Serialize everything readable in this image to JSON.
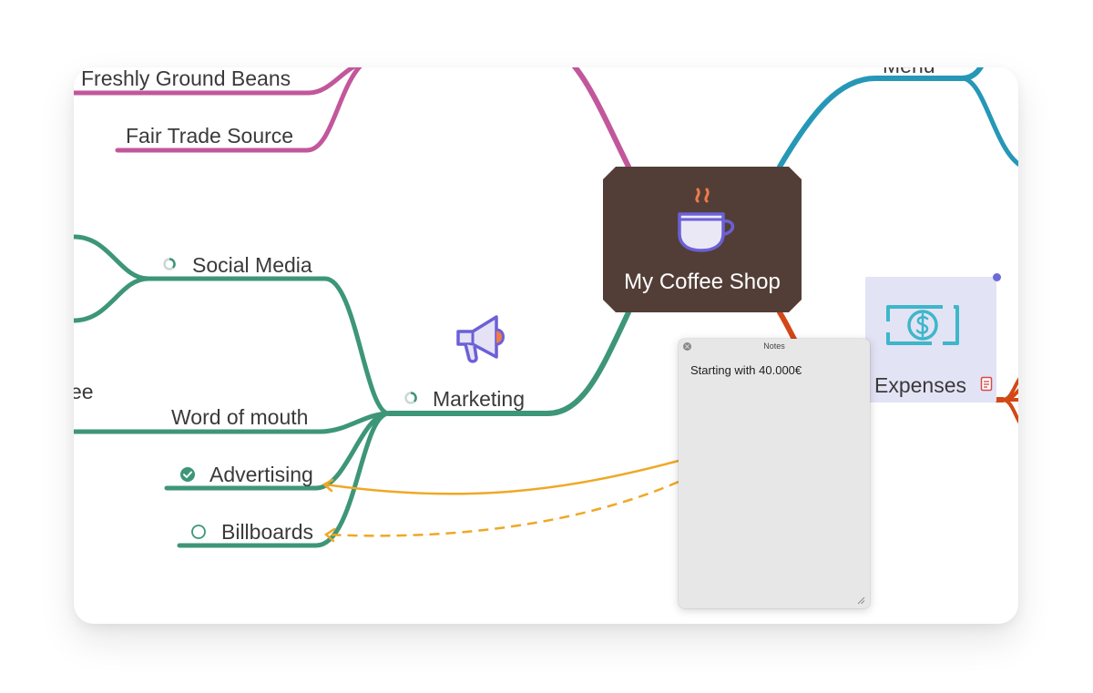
{
  "mindmap": {
    "root": {
      "title": "My Coffee Shop",
      "icon": "coffee-cup-icon",
      "fill": "#533e37"
    },
    "branches": {
      "products": {
        "color": "#c2579b",
        "items": [
          {
            "label": "Freshly Ground Beans"
          },
          {
            "label": "Fair Trade Source"
          }
        ]
      },
      "menu": {
        "color": "#2697b7",
        "label": "Menu"
      },
      "marketing": {
        "color": "#3d9677",
        "label": "Marketing",
        "icon": "megaphone-icon",
        "status": "in-progress",
        "items": [
          {
            "label": "Social Media",
            "status": "in-progress"
          },
          {
            "label": "Word of mouth"
          },
          {
            "label": "Advertising",
            "status": "done"
          },
          {
            "label": "Billboards",
            "status": "not-started"
          }
        ],
        "partial_left_label": "ee"
      },
      "expenses": {
        "color": "#d24816",
        "label": "Expenses",
        "icon": "dollar-bill-icon",
        "note_icon": "note-icon",
        "highlight": "#e3e3f6"
      }
    },
    "relation_color": "#efa825"
  },
  "notes_panel": {
    "title": "Notes",
    "text": "Starting with 40.000€"
  }
}
